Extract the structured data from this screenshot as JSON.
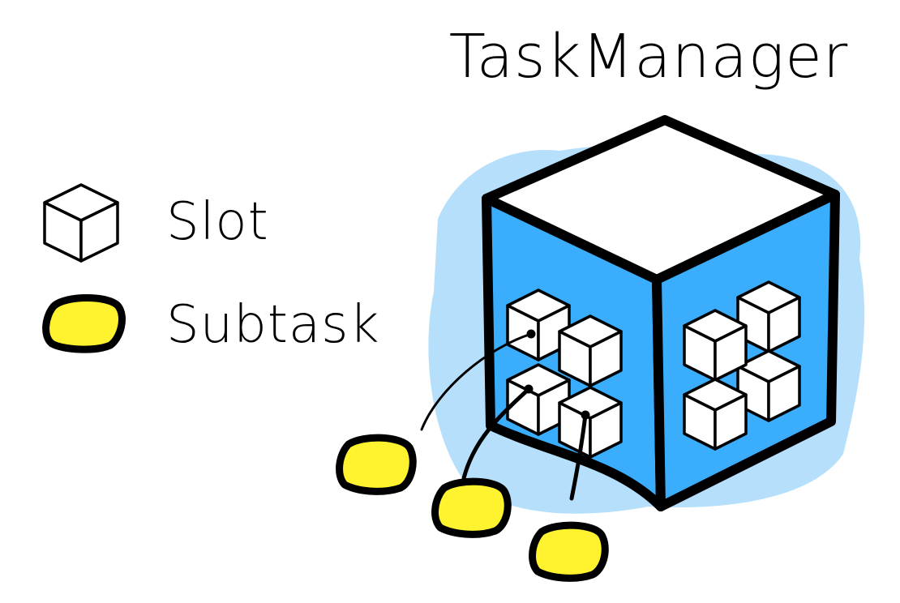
{
  "title": "TaskManager",
  "legend": {
    "slot_label": "Slot",
    "subtask_label": "Subtask"
  },
  "colors": {
    "cube_fill": "#3aaefc",
    "cube_wash": "#a9d9fb",
    "slot_fill": "#ffffff",
    "subtask_fill": "#fff22e",
    "outline": "#000000"
  },
  "diagram": {
    "slot_count": 8,
    "subtask_count": 3
  }
}
